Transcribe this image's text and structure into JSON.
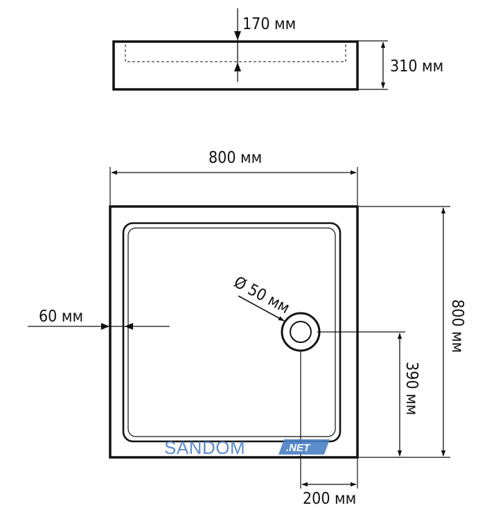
{
  "dimensions": {
    "depth_inner": "170 мм",
    "height": "310 мм",
    "width": "800 мм",
    "length": "800 мм",
    "drain_diameter": "Ø 50 мм",
    "rim_width": "60 мм",
    "drain_offset_y": "390 мм",
    "drain_offset_x": "200 мм"
  },
  "watermark": {
    "brand": "SANDOM",
    "suffix": ".NET",
    "colors": {
      "text": "#4a7fc4",
      "badge": "#4a7fc4",
      "badge_text": "#ffffff"
    }
  }
}
